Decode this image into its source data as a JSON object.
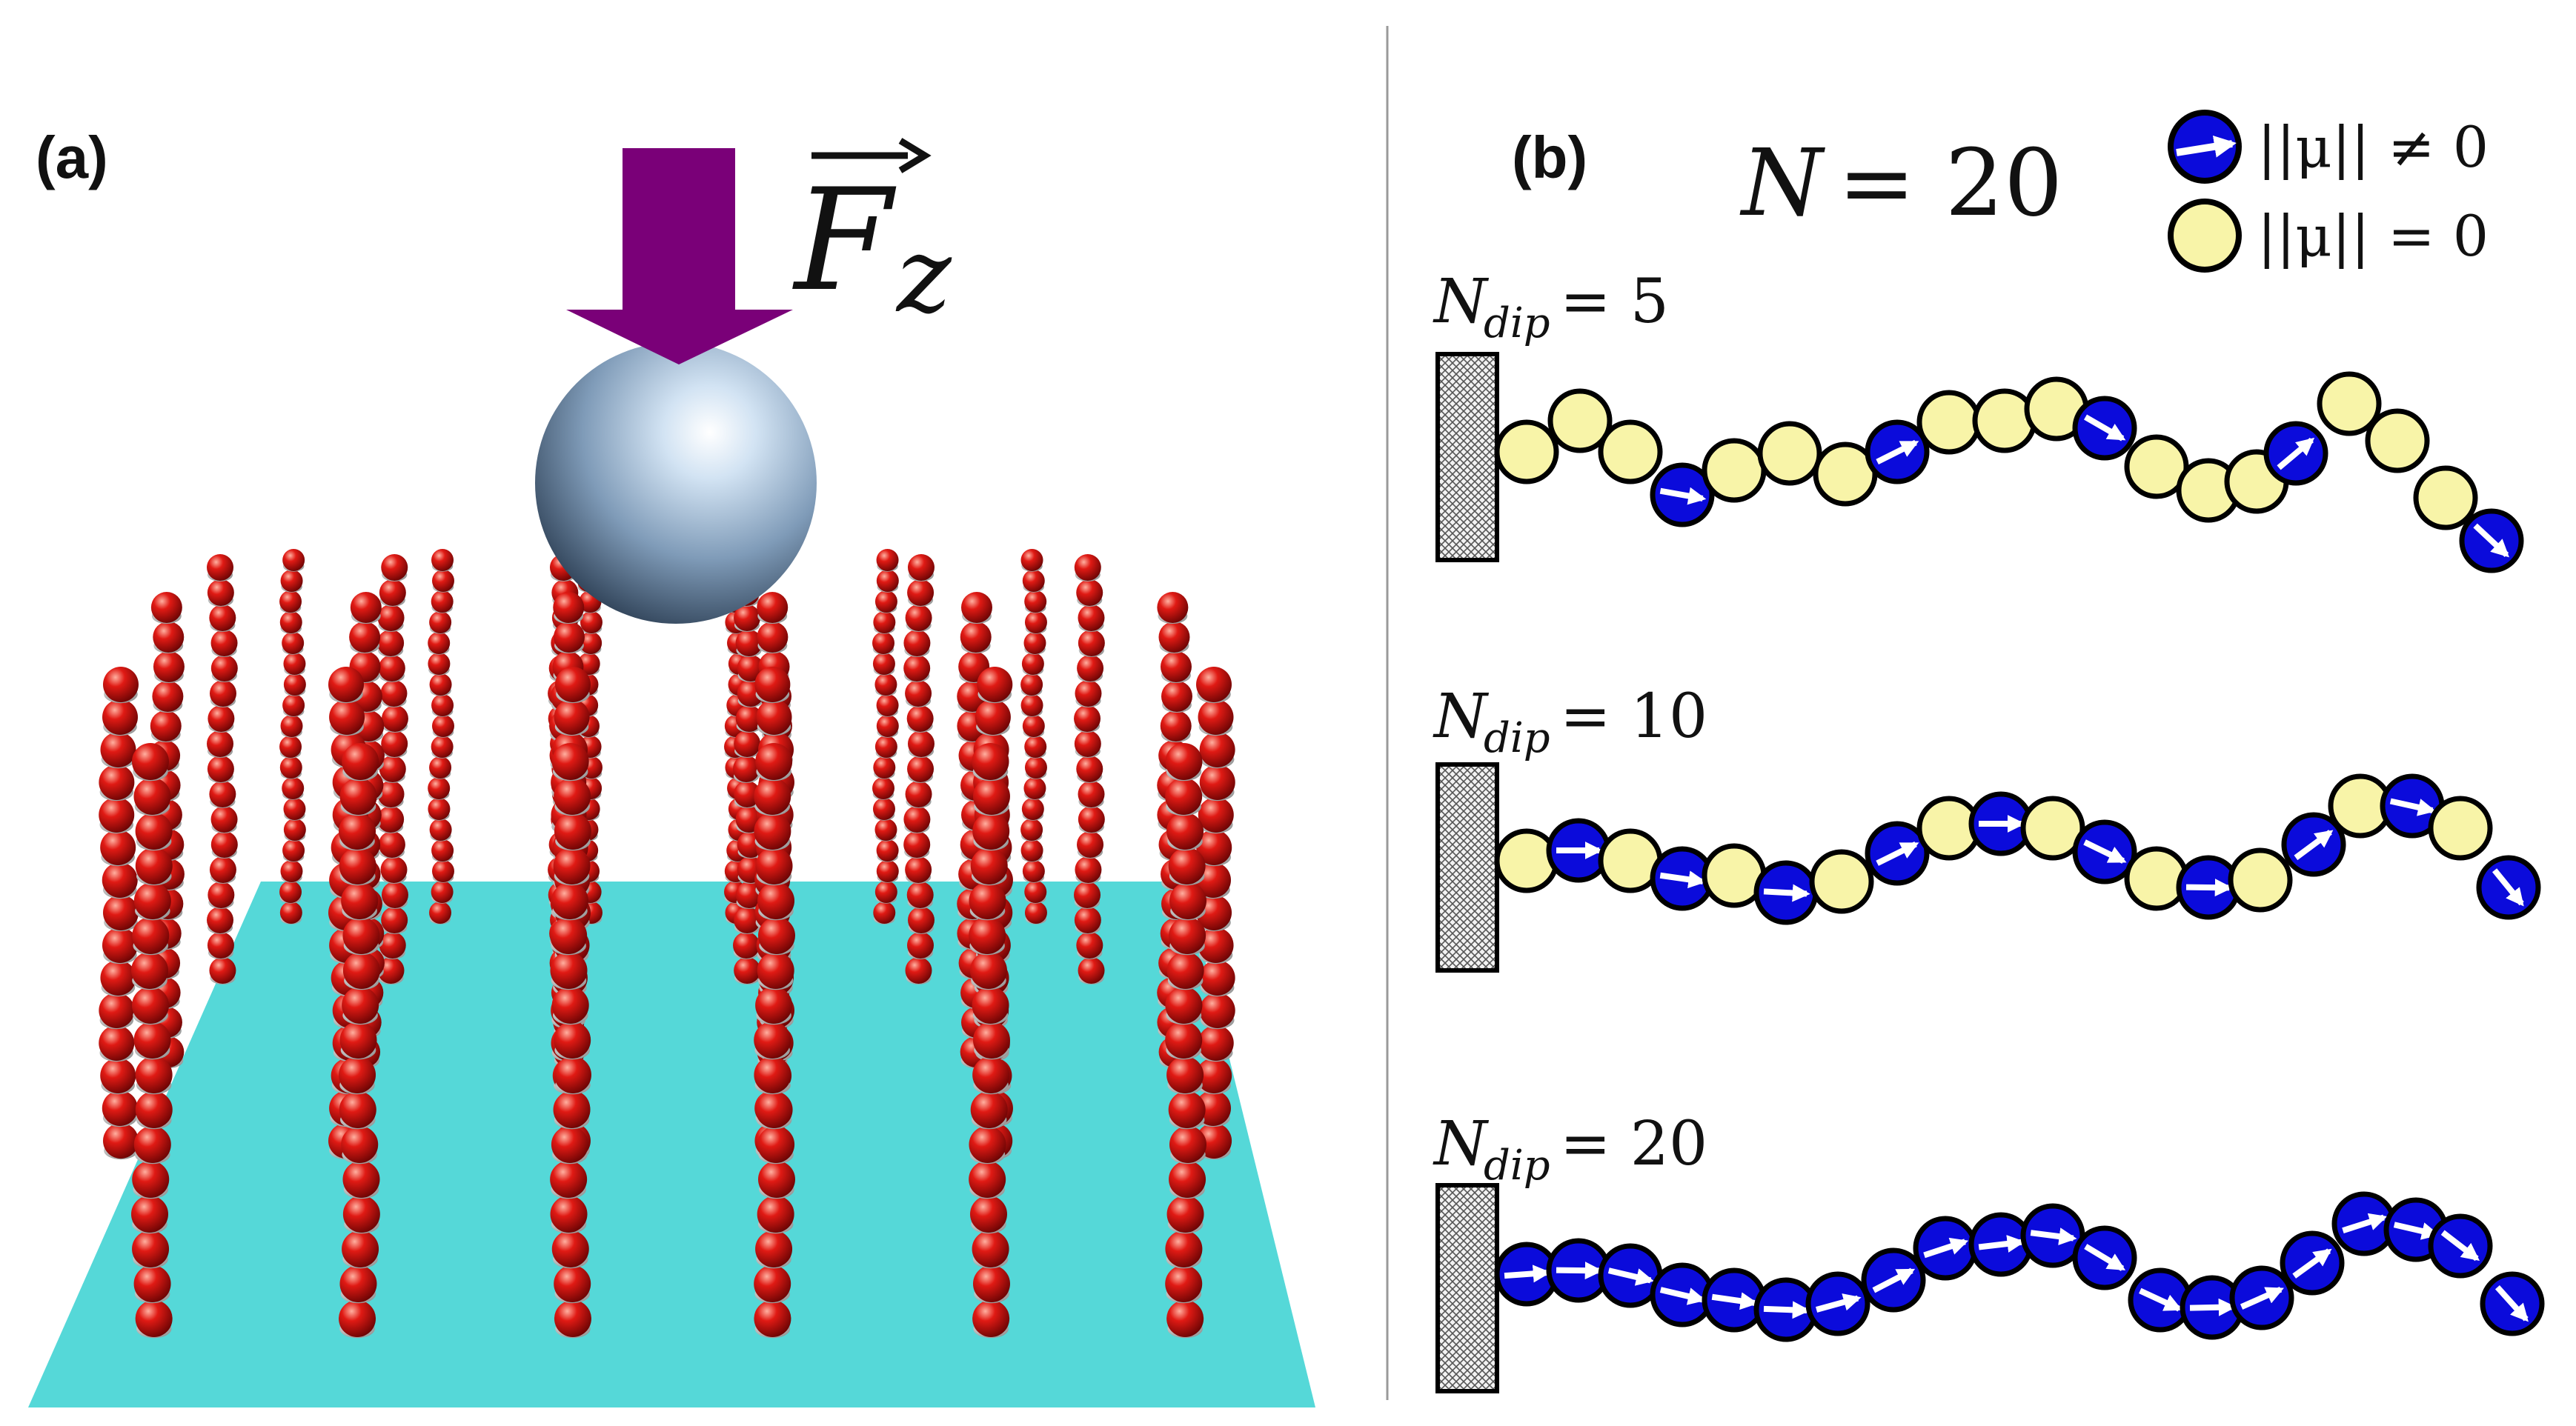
{
  "panel_a": {
    "label": "(a)",
    "force_symbol": "F",
    "force_subscript": "z",
    "colors": {
      "arrow": "#7a0078",
      "probe": "#7f9bb8",
      "substrate": "#55d8d8",
      "bead": "#d40f0f",
      "bead_cap": "#b9b9b9"
    }
  },
  "panel_b": {
    "label": "(b)",
    "total": {
      "symbol": "N",
      "eq": "= 20"
    },
    "legend": [
      {
        "kind": "magnetic",
        "text": "||μ|| ≠ 0",
        "color": "#0b0bdb"
      },
      {
        "kind": "nonmagnetic",
        "text": "||μ|| = 0",
        "color": "#f8f4a8"
      }
    ],
    "chains": [
      {
        "symbol": "N",
        "sub": "dip",
        "eq": "= 5",
        "pattern": [
          0,
          0,
          0,
          1,
          0,
          0,
          0,
          1,
          0,
          0,
          0,
          1,
          0,
          0,
          0,
          1,
          0,
          0,
          0,
          1
        ]
      },
      {
        "symbol": "N",
        "sub": "dip",
        "eq": "= 10",
        "pattern": [
          0,
          1,
          0,
          1,
          0,
          1,
          0,
          1,
          0,
          1,
          0,
          1,
          0,
          1,
          0,
          1,
          0,
          1,
          0,
          1
        ]
      },
      {
        "symbol": "N",
        "sub": "dip",
        "eq": "= 20",
        "pattern": [
          1,
          1,
          1,
          1,
          1,
          1,
          1,
          1,
          1,
          1,
          1,
          1,
          1,
          1,
          1,
          1,
          1,
          1,
          1,
          1
        ]
      }
    ]
  }
}
